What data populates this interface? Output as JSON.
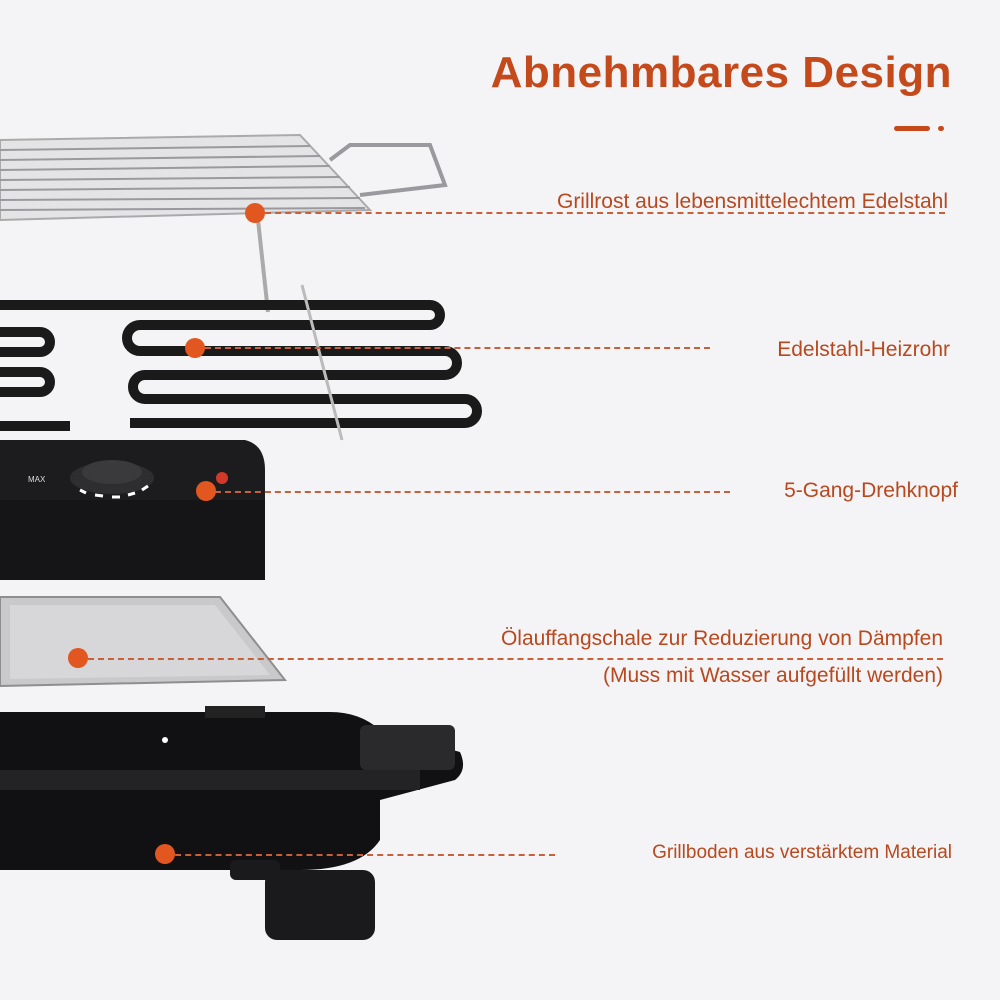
{
  "title": "Abnehmbares Design",
  "accent_color": "#c44a1c",
  "parts": [
    {
      "label": "Grillrost aus lebensmittelechtem Edelstahl"
    },
    {
      "label": "Edelstahl-Heizrohr"
    },
    {
      "label": "5-Gang-Drehknopf"
    },
    {
      "label": "Ölauffangschale zur Reduzierung von Dämpfen",
      "sublabel": "(Muss mit Wasser aufgefüllt werden)"
    },
    {
      "label": "Grillboden aus verstärktem Material"
    }
  ],
  "knob_label": "MAX"
}
